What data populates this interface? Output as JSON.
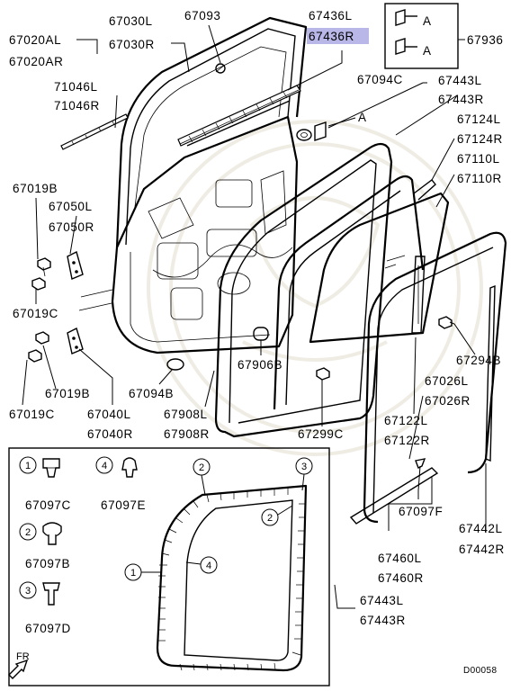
{
  "title": "",
  "diagram_id": "D00058",
  "orientation_label": "FR",
  "highlighted_part": "67436R",
  "part_labels": {
    "p67020AL": "67020AL",
    "p67020AR": "67020AR",
    "p67030L": "67030L",
    "p67030R": "67030R",
    "p67093": "67093",
    "p67436L": "67436L",
    "p67436R": "67436R",
    "p67936": "67936",
    "p71046L": "71046L",
    "p71046R": "71046R",
    "p67094C": "67094C",
    "p67443L_top": "67443L",
    "p67443R_top": "67443R",
    "p67124L": "67124L",
    "p67124R": "67124R",
    "p67110L": "67110L",
    "p67110R": "67110R",
    "p67019B_top": "67019B",
    "p67050L": "67050L",
    "p67050R": "67050R",
    "p67019C_top": "67019C",
    "p67906B": "67906B",
    "p67294B": "67294B",
    "p67026L": "67026L",
    "p67026R": "67026R",
    "p67019B_bot": "67019B",
    "p67019C_bot": "67019C",
    "p67040L": "67040L",
    "p67040R": "67040R",
    "p67094B": "67094B",
    "p67908L": "67908L",
    "p67908R": "67908R",
    "p67299C": "67299C",
    "p67122L": "67122L",
    "p67122R": "67122R",
    "p67097F": "67097F",
    "p67460L": "67460L",
    "p67460R": "67460R",
    "p67442L": "67442L",
    "p67442R": "67442R",
    "p67443L_bot": "67443L",
    "p67443R_bot": "67443R"
  },
  "callout_ref": "A",
  "clip_legend": {
    "c1": {
      "num": "1",
      "part": "67097C"
    },
    "c2": {
      "num": "2",
      "part": "67097B"
    },
    "c3": {
      "num": "3",
      "part": "67097D"
    },
    "c4": {
      "num": "4",
      "part": "67097E"
    }
  }
}
